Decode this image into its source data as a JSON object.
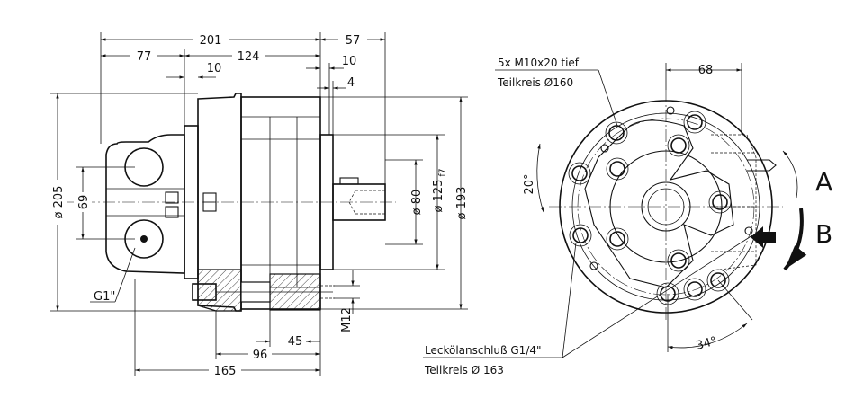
{
  "dims": {
    "d201": "201",
    "d77": "77",
    "d124": "124",
    "d57": "57",
    "d10a": "10",
    "d10b": "10",
    "d4": "4",
    "d205": "ø 205",
    "d69": "69",
    "d80": "ø 80",
    "d125": "ø 125",
    "d125_tol": "f7",
    "d193": "ø 193",
    "dM12": "M12",
    "d45": "45",
    "d96": "96",
    "d165": "165",
    "dG1": "G1\"",
    "d68": "68",
    "d20deg": "20°",
    "d34deg": "34°"
  },
  "notes": {
    "holes_line1": "5x M10x20 tief",
    "holes_line2": "Teilkreis Ø160",
    "leak_line1": "Leckölanschluß G1/4\"",
    "leak_line2": "Teilkreis Ø 163"
  },
  "rotation": {
    "a": "A",
    "b": "B"
  }
}
